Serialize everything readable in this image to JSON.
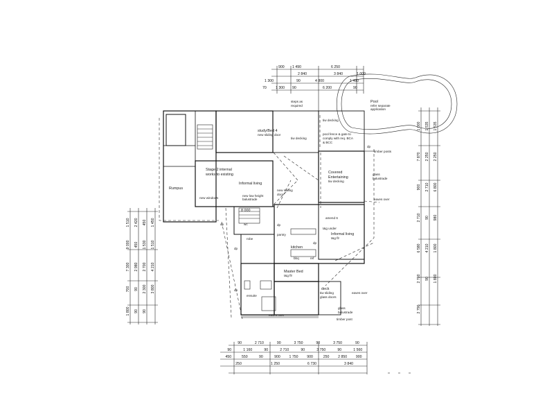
{
  "rooms": {
    "pool": "Pool",
    "pool_note_1": "refer separate",
    "pool_note_2": "application",
    "study": "study/Bed 4",
    "study_note": "new sliding door",
    "stage2_1": "Stage 2 internal",
    "stage2_2": "works to existing",
    "informal_living_1": "Informal living",
    "rumpus": "Rumpus",
    "new_windows": "new windows",
    "new_low_height_1": "new low height",
    "new_low_height_2": "balustrade",
    "new_sliding_1": "new sliding",
    "new_sliding_2": "door",
    "covered_1": "Covered",
    "covered_2": "Entertaining",
    "covered_3": "tiw decking",
    "informal_living_2": "Informal living",
    "informal_living_2_note": "t&g flr",
    "kitchen": "kitchen",
    "robe": "robe",
    "pantry": "pantry",
    "master_bed": "Master Bed",
    "master_bed_note": "t&g flr",
    "ensuite": "ensuite",
    "deck": "deck",
    "deck_note_1": "tiw sliding",
    "deck_note_2": "glass doors",
    "steps_1": "steps as",
    "steps_2": "required",
    "tw_decking_1": "tiw decking",
    "tw_decking_2": "tiw decking",
    "pool_fence_1": "pool fence & gate to",
    "pool_fence_2": "comply with req. BCA",
    "pool_fence_3": "& BCC",
    "timber_posts": "timber posts",
    "glass_bal_1": "glass",
    "glass_bal_2": "balustrade",
    "glass_bal_3": "glass",
    "glass_bal_4": "balustrade",
    "eaves_over_1": "eaves over",
    "eaves_over_2": "eaves over",
    "eaves_over_3": "eaves over",
    "timber_post": "timber post",
    "dim_8000": "8 000",
    "amend": "amend 6",
    "tag_under": "t&g under",
    "dp1": "dp",
    "dp2": "dp",
    "dp3": "dp",
    "dp4": "dp",
    "dp5": "dp",
    "dp6": "dp",
    "wc": "wc",
    "fridge": "ref",
    "bbq": "bbq"
  },
  "dims": {
    "top": {
      "r1": [
        "900",
        "1 490",
        "6 250"
      ],
      "r2": [
        "2 840",
        "3 840",
        "1 000"
      ],
      "r3": [
        "1 300",
        "90",
        "4 800",
        "1 490"
      ],
      "r4": [
        "70",
        "1 300",
        "90",
        "6 200",
        "90"
      ]
    },
    "right": [
      "1 000",
      "1 535",
      "1 535",
      "7 870",
      "2 250",
      "2 250",
      "900",
      "2 710",
      "6 800",
      "2 710",
      "90",
      "980",
      "6 580",
      "4 210",
      "1 800",
      "2 700",
      "90",
      "1 800",
      "2 790"
    ],
    "left": [
      "1 510",
      "2 420",
      "450",
      "1 450",
      "9 000",
      "450",
      "1 530",
      "1 510",
      "7 300",
      "2 980",
      "2 700",
      "4 210",
      "700",
      "90",
      "2 300",
      "3 800",
      "1 800",
      "90",
      "90"
    ],
    "bottom": {
      "r1": [
        "90",
        "2 710",
        "90",
        "3 750",
        "90",
        "3 750",
        "90"
      ],
      "r2": [
        "90",
        "1 160",
        "90",
        "2 710",
        "90",
        "3 750",
        "90",
        "1 560"
      ],
      "r3": [
        "450",
        "550",
        "90",
        "900",
        "1 750",
        "900",
        "250",
        "2 850",
        "900"
      ],
      "r4": [
        "250",
        "1 250",
        "6 730",
        "3 840"
      ]
    }
  }
}
